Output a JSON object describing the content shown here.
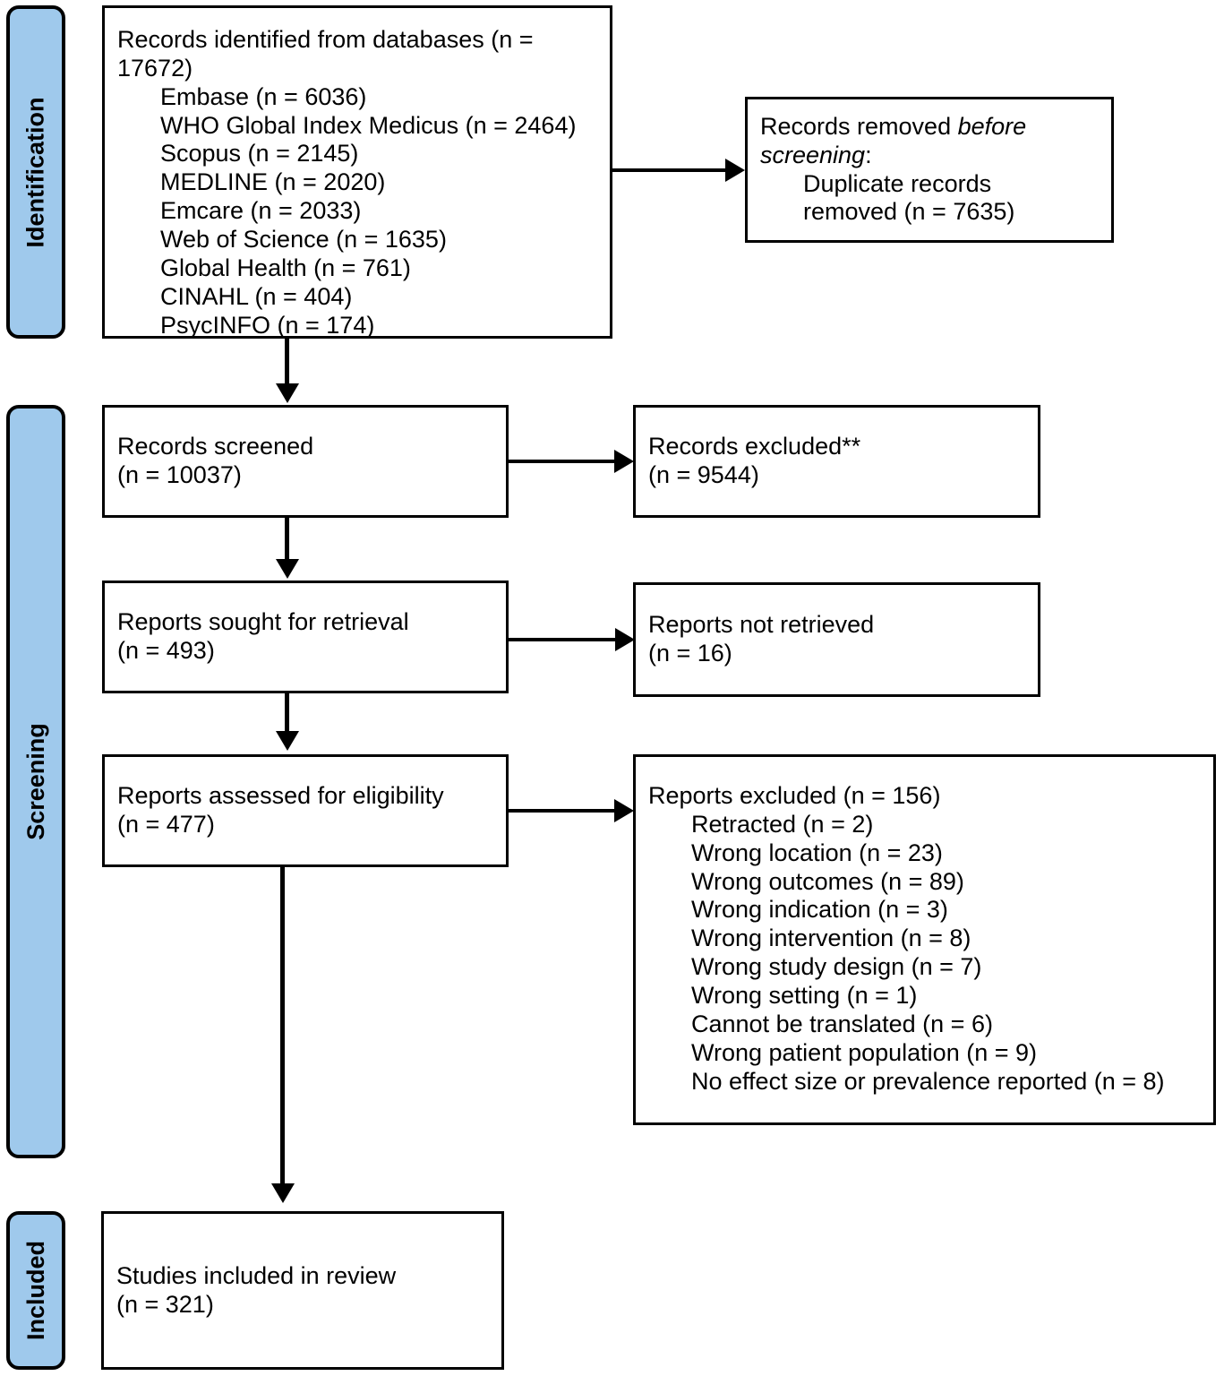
{
  "diagram": {
    "type": "prisma-flow-diagram",
    "accent_color": "#9FC9EC",
    "border_color": "#000000",
    "background_color": "#FFFFFF"
  },
  "stages": [
    {
      "id": "identification",
      "label": "Identification"
    },
    {
      "id": "screening",
      "label": "Screening"
    },
    {
      "id": "included",
      "label": "Included"
    }
  ],
  "boxes": {
    "records_identified": {
      "title": "Records identified from databases (n =",
      "title_cont": "17672)",
      "sources": [
        "Embase (n = 6036)",
        "WHO Global Index Medicus (n = 2464)",
        "Scopus (n = 2145)",
        "MEDLINE (n = 2020)",
        "Emcare (n = 2033)",
        "Web of Science (n = 1635)",
        "Global Health (n = 761)",
        "CINAHL (n = 404)",
        "PsycINFO (n = 174)"
      ]
    },
    "records_removed": {
      "line1_plain": "Records removed ",
      "line1_italic": "before",
      "line2_italic": "screening",
      "line2_plain": ":",
      "detail_line1": "Duplicate records",
      "detail_line2": "removed (n = 7635)"
    },
    "records_screened": {
      "line1": "Records screened",
      "line2": "(n = 10037)"
    },
    "records_excluded": {
      "line1": "Records excluded**",
      "line2": "(n = 9544)"
    },
    "reports_sought": {
      "line1": "Reports sought for retrieval",
      "line2": "(n = 493)"
    },
    "reports_not_retrieved": {
      "line1": "Reports not retrieved",
      "line2": "(n = 16)"
    },
    "reports_assessed": {
      "line1": "Reports assessed for eligibility",
      "line2": "(n = 477)"
    },
    "reports_excluded": {
      "title": "Reports excluded (n = 156)",
      "reasons": [
        "Retracted (n = 2)",
        "Wrong location (n = 23)",
        "Wrong outcomes (n = 89)",
        "Wrong indication (n = 3)",
        "Wrong intervention (n = 8)",
        "Wrong study design (n = 7)",
        "Wrong setting (n = 1)",
        "Cannot be translated (n = 6)",
        "Wrong patient population (n = 9)",
        "No effect size or prevalence reported (n = 8)"
      ]
    },
    "studies_included": {
      "line1": "Studies included in review",
      "line2": "(n = 321)"
    }
  },
  "counts": {
    "records_identified_total": 17672,
    "embase": 6036,
    "who_global_index_medicus": 2464,
    "scopus": 2145,
    "medline": 2020,
    "emcare": 2033,
    "web_of_science": 1635,
    "global_health": 761,
    "cinahl": 404,
    "psycinfo": 174,
    "duplicates_removed": 7635,
    "records_screened": 10037,
    "records_excluded": 9544,
    "reports_sought": 493,
    "reports_not_retrieved": 16,
    "reports_assessed": 477,
    "reports_excluded": 156,
    "studies_included": 321
  }
}
